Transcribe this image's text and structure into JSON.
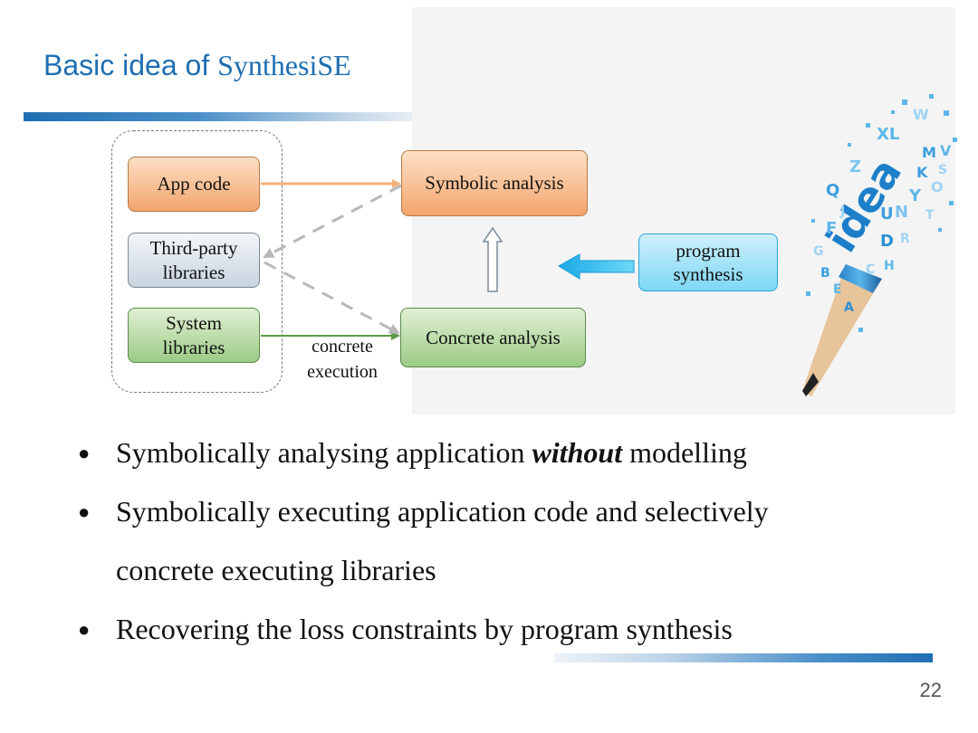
{
  "title": {
    "prefix": "Basic idea of ",
    "name": "SynthesiSE"
  },
  "diagram": {
    "app_code": "App code",
    "third_party_line1": "Third-party",
    "third_party_line2": "libraries",
    "system_line1": "System",
    "system_line2": "libraries",
    "symbolic": "Symbolic analysis",
    "concrete": "Concrete analysis",
    "program_line1": "program",
    "program_line2": "synthesis",
    "exec_line1": "concrete",
    "exec_line2": "execution"
  },
  "idea_icon_letters": "XL W M S idea Z Q J F G B E A C H U N Y D R K O V T",
  "bullets": [
    {
      "a": "Symbolically analysing application ",
      "em": "without",
      "b": " modelling"
    },
    {
      "line1": "Symbolically executing application code and selectively",
      "line2": "concrete executing libraries"
    },
    {
      "text": "Recovering the loss constraints by program synthesis"
    }
  ],
  "page_number": "22",
  "colors": {
    "title": "#1f6fb2",
    "orange_box": "#f3a56d",
    "green_box": "#9ccb86",
    "cyan_box": "#7dd7f5",
    "gray_box": "#c8d4df"
  }
}
